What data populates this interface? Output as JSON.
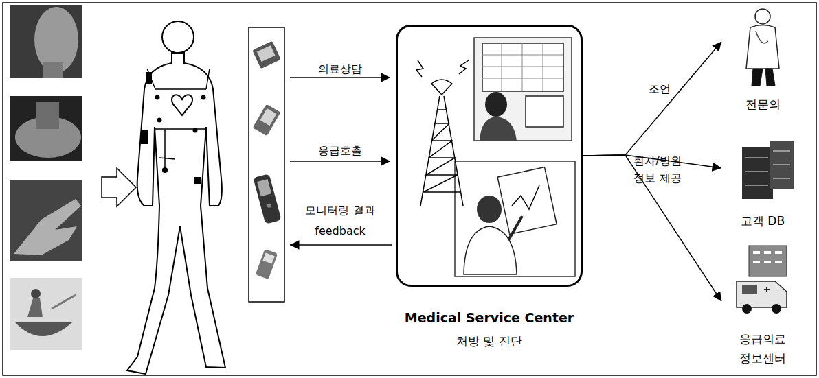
{
  "diagram": {
    "nodes": [
      {
        "text": [
          "Medical Service Center",
          "처방 및 진단"
        ]
      },
      {
        "text": [
          "전문의"
        ]
      },
      {
        "text": [
          "고객 DB"
        ]
      },
      {
        "text": [
          "응급의료 정보센터"
        ]
      }
    ],
    "edges": [
      {
        "from": 0,
        "to": 1,
        "label": "조언",
        "arrow": "to"
      },
      {
        "from": 0,
        "to": 2,
        "label": "환자/병원 정보 제공",
        "arrow": "to"
      },
      {
        "from": 0,
        "to": 3,
        "arrow": "to"
      }
    ],
    "labels": [
      "의료상담",
      "응급호출",
      "모니터링 결과 feedback"
    ]
  }
}
